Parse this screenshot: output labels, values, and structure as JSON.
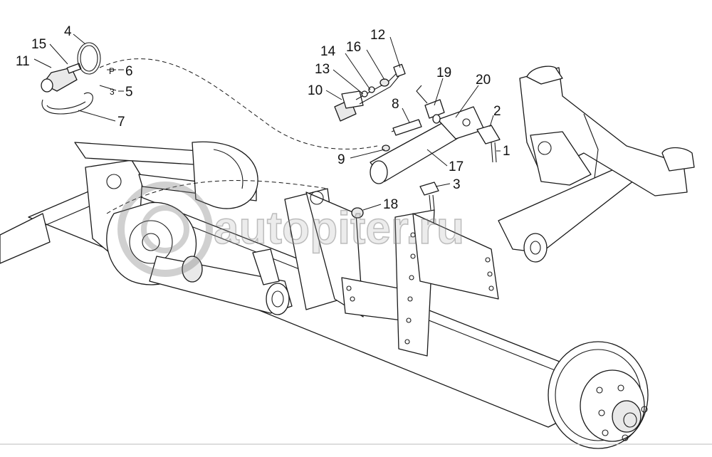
{
  "watermark": {
    "text": "autopiter.ru"
  },
  "callouts": [
    {
      "id": "c11",
      "text": "11"
    },
    {
      "id": "c15",
      "text": "15"
    },
    {
      "id": "c4",
      "text": "4"
    },
    {
      "id": "c6",
      "text": "6"
    },
    {
      "id": "c5",
      "text": "5"
    },
    {
      "id": "c7",
      "text": "7"
    },
    {
      "id": "c12",
      "text": "12"
    },
    {
      "id": "c14",
      "text": "14"
    },
    {
      "id": "c16",
      "text": "16"
    },
    {
      "id": "c13",
      "text": "13"
    },
    {
      "id": "c10",
      "text": "10"
    },
    {
      "id": "c19",
      "text": "19"
    },
    {
      "id": "c20",
      "text": "20"
    },
    {
      "id": "c8",
      "text": "8"
    },
    {
      "id": "c2",
      "text": "2"
    },
    {
      "id": "c1",
      "text": "1"
    },
    {
      "id": "c9",
      "text": "9"
    },
    {
      "id": "c17",
      "text": "17"
    },
    {
      "id": "c3",
      "text": "3"
    },
    {
      "id": "c18",
      "text": "18"
    }
  ],
  "port_marks": {
    "p": "P",
    "three": "3"
  }
}
